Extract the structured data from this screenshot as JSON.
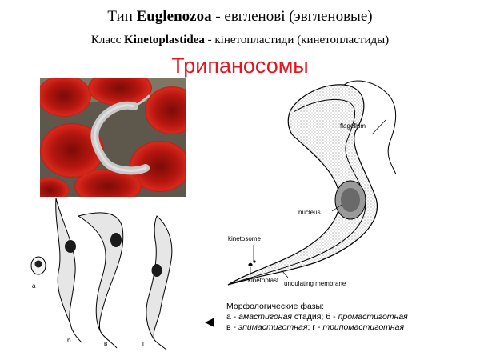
{
  "header": {
    "line1_prefix": "Тип ",
    "line1_bold": "Euglenozoa -",
    "line1_suffix": " евгленові (эвгленовые)",
    "line2_prefix": "Класс ",
    "line2_bold": "Kinetoplastidea",
    "line2_suffix": " - кінетопластиди (кинетопластиды)",
    "title": "Трипаносомы",
    "title_color": "#e8141b"
  },
  "diagram_labels": {
    "flagellum": "flagellum",
    "nucleus": "nucleus",
    "kinetosome": "kinetosome",
    "kinetoplast": "kinetoplast",
    "undulating_membrane": "undulating membrane"
  },
  "phase_labels": [
    "а",
    "б",
    "в",
    "г"
  ],
  "caption": {
    "line1": "Морфологические фазы:",
    "a_prefix": "а - ",
    "a_name": "амастигоная",
    "a_suffix": " стадия; б - ",
    "b_name": "промастиготная",
    "c_prefix": "в - ",
    "c_name": "эпимастиготная",
    "c_mid": "; г - ",
    "d_name": "трипомастиготная",
    "arrow_icon": "left-triangle-arrow"
  },
  "colors": {
    "blood_cell": "#c81a14",
    "parasite": "#c8c8c8"
  }
}
